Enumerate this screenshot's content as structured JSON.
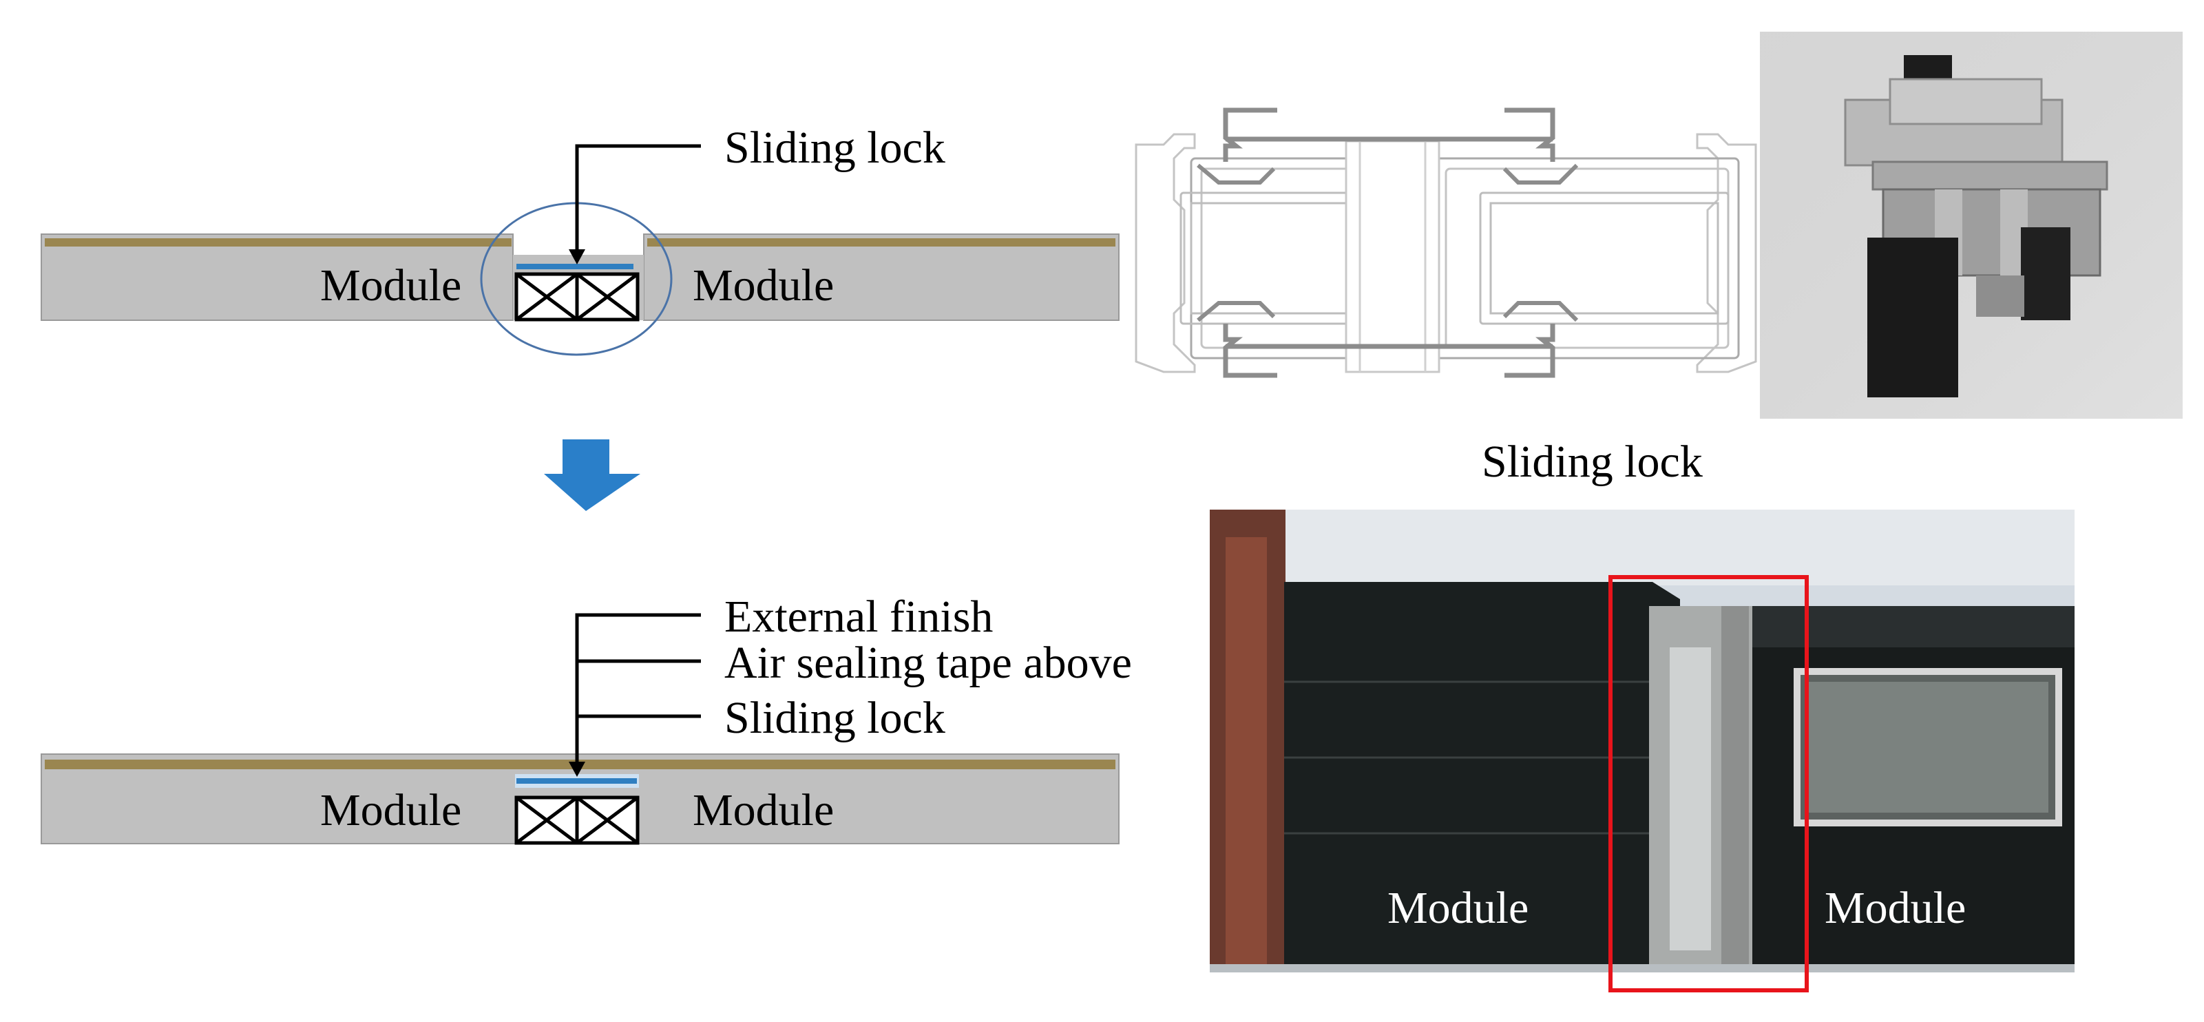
{
  "top_section": {
    "callout_label": "Sliding lock",
    "module_left": "Module",
    "module_right": "Module"
  },
  "bottom_section": {
    "callout_labels": [
      "External finish",
      "Air sealing tape above",
      "Sliding lock"
    ],
    "module_left": "Module",
    "module_right": "Module"
  },
  "profile_caption": "Sliding lock",
  "site_photo": {
    "module_left": "Module",
    "module_right": "Module"
  },
  "colors": {
    "module_fill": "#c0c0c0",
    "finish_strip": "#9a8650",
    "sealing_tape": "#2f7fc1",
    "arrow": "#2a7fc9",
    "highlight_box": "#e8141b",
    "detail_circle": "#4a73a8"
  }
}
